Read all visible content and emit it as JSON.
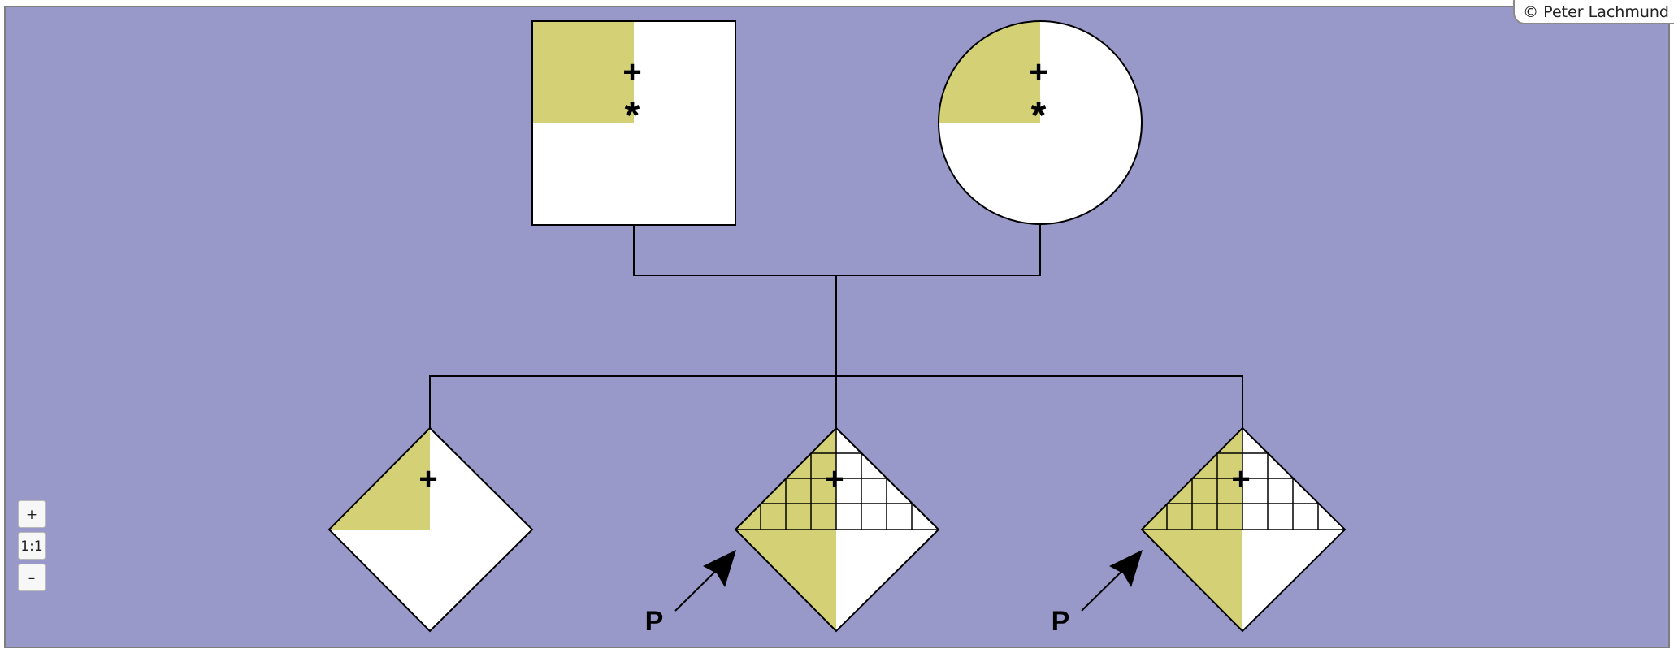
{
  "copyright": "© Peter Lachmund",
  "zoom": {
    "in_label": "+",
    "reset_label": "1:1",
    "out_label": "–"
  },
  "colors": {
    "background": "#9999c9",
    "affected": "#d3d075",
    "line": "#000000",
    "fill": "#ffffff"
  },
  "pedigree": {
    "parents": [
      {
        "sex": "male",
        "shape": "square",
        "markers": [
          "+",
          "*"
        ],
        "shaded_quadrant": "top-left"
      },
      {
        "sex": "female",
        "shape": "circle",
        "markers": [
          "+",
          "*"
        ],
        "shaded_quadrant": "top-left"
      }
    ],
    "children": [
      {
        "shape": "diamond",
        "markers": [
          "+"
        ],
        "shaded": [
          "top-left"
        ],
        "hatched": [],
        "proband": false
      },
      {
        "shape": "diamond",
        "markers": [
          "+"
        ],
        "shaded": [
          "top-left",
          "bottom-left"
        ],
        "hatched": [
          "top"
        ],
        "proband": true,
        "proband_label": "P"
      },
      {
        "shape": "diamond",
        "markers": [
          "+"
        ],
        "shaded": [
          "top-left",
          "bottom-left"
        ],
        "hatched": [
          "top"
        ],
        "proband": true,
        "proband_label": "P"
      }
    ]
  }
}
